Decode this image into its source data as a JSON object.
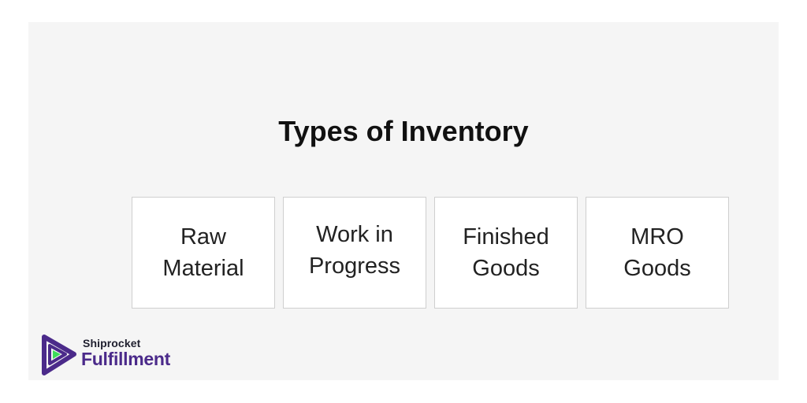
{
  "title": "Types of Inventory",
  "boxes": [
    {
      "label": "Raw Material"
    },
    {
      "label": "Work in Progress"
    },
    {
      "label": "Finished Goods"
    },
    {
      "label": "MRO Goods"
    }
  ],
  "logo": {
    "brand": "Shiprocket",
    "product": "Fulfillment",
    "colors": {
      "primary": "#4b2a8a",
      "accent": "#3ddc5a"
    }
  }
}
